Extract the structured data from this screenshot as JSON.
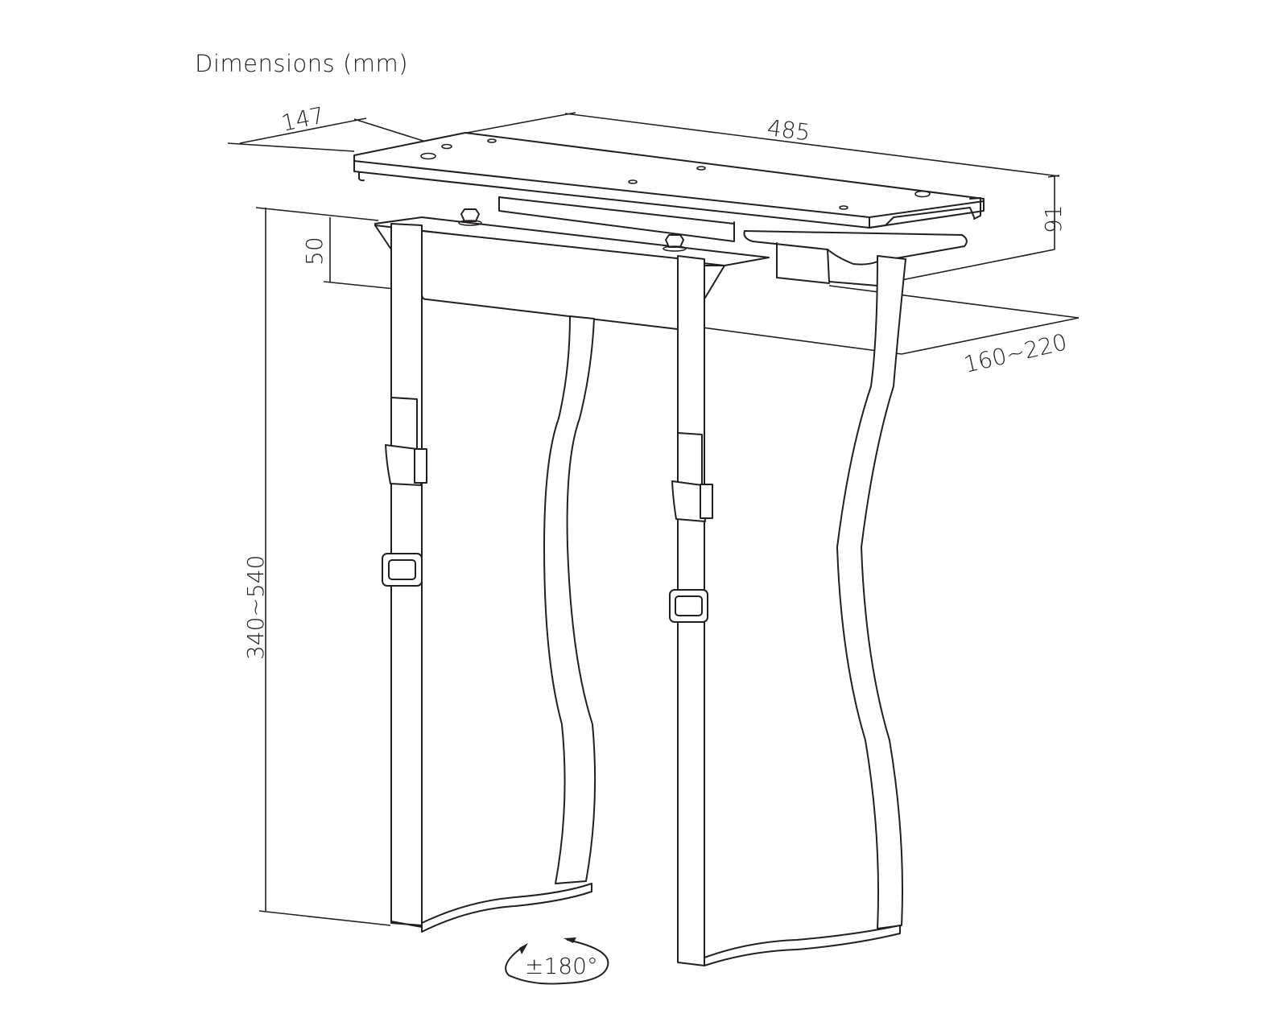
{
  "title": "Dimensions (mm)",
  "dimensions": {
    "depth": "147",
    "width": "485",
    "height_top": "91",
    "bracket_height": "50",
    "clamp_width_range": "160~220",
    "clamp_height_range": "340~540",
    "rotation": "±180°"
  },
  "colors": {
    "line": "#231f20",
    "background": "#ffffff"
  }
}
